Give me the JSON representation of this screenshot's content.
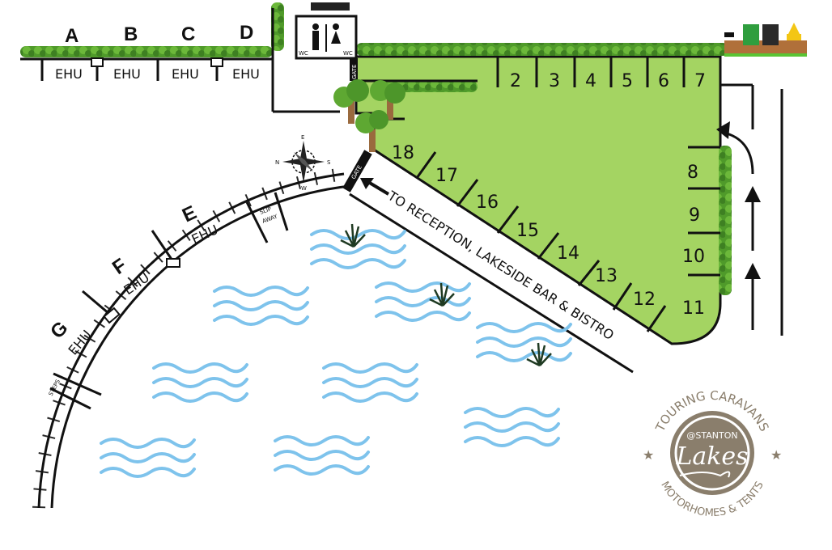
{
  "map": {
    "rows_top": [
      {
        "letter": "A",
        "ehu": "EHU"
      },
      {
        "letter": "B",
        "ehu": "EHU"
      },
      {
        "letter": "C",
        "ehu": "EHU"
      },
      {
        "letter": "D",
        "ehu": "EHU"
      }
    ],
    "rows_arc": [
      {
        "letter": "E",
        "ehu": "EHU"
      },
      {
        "letter": "F",
        "ehu": "EHU"
      },
      {
        "letter": "G",
        "ehu": "EHU"
      }
    ],
    "pitches_top": [
      "2",
      "3",
      "4",
      "5",
      "6",
      "7"
    ],
    "pitches_right": [
      "8",
      "9",
      "10",
      "11"
    ],
    "pitches_diag": [
      "18",
      "17",
      "16",
      "15",
      "14",
      "13",
      "12"
    ],
    "gate_label": "GATE",
    "wc_label": "WC",
    "road_label": "TO RECEPTION, LAKESIDE BAR & BISTRO",
    "slipway_label": [
      "SLIP",
      "AWAY"
    ],
    "steps_label": "STEPS",
    "compass": {
      "n": "N",
      "e": "E",
      "s": "S",
      "w": "W"
    },
    "facilities_icons": [
      "water-tap-icon",
      "green-bin-icon",
      "black-bin-icon",
      "chemical-waste-icon"
    ]
  },
  "logo": {
    "top_text": "TOURING CARAVANS",
    "bottom_text": "MOTORHOMES & TENTS",
    "at_text": "@STANTON",
    "name": "Lakes"
  },
  "colors": {
    "grass": "#a4d462",
    "hedge": "#4f9a2a",
    "water": "#7ec3ec",
    "logo": "#8a7e6c"
  }
}
